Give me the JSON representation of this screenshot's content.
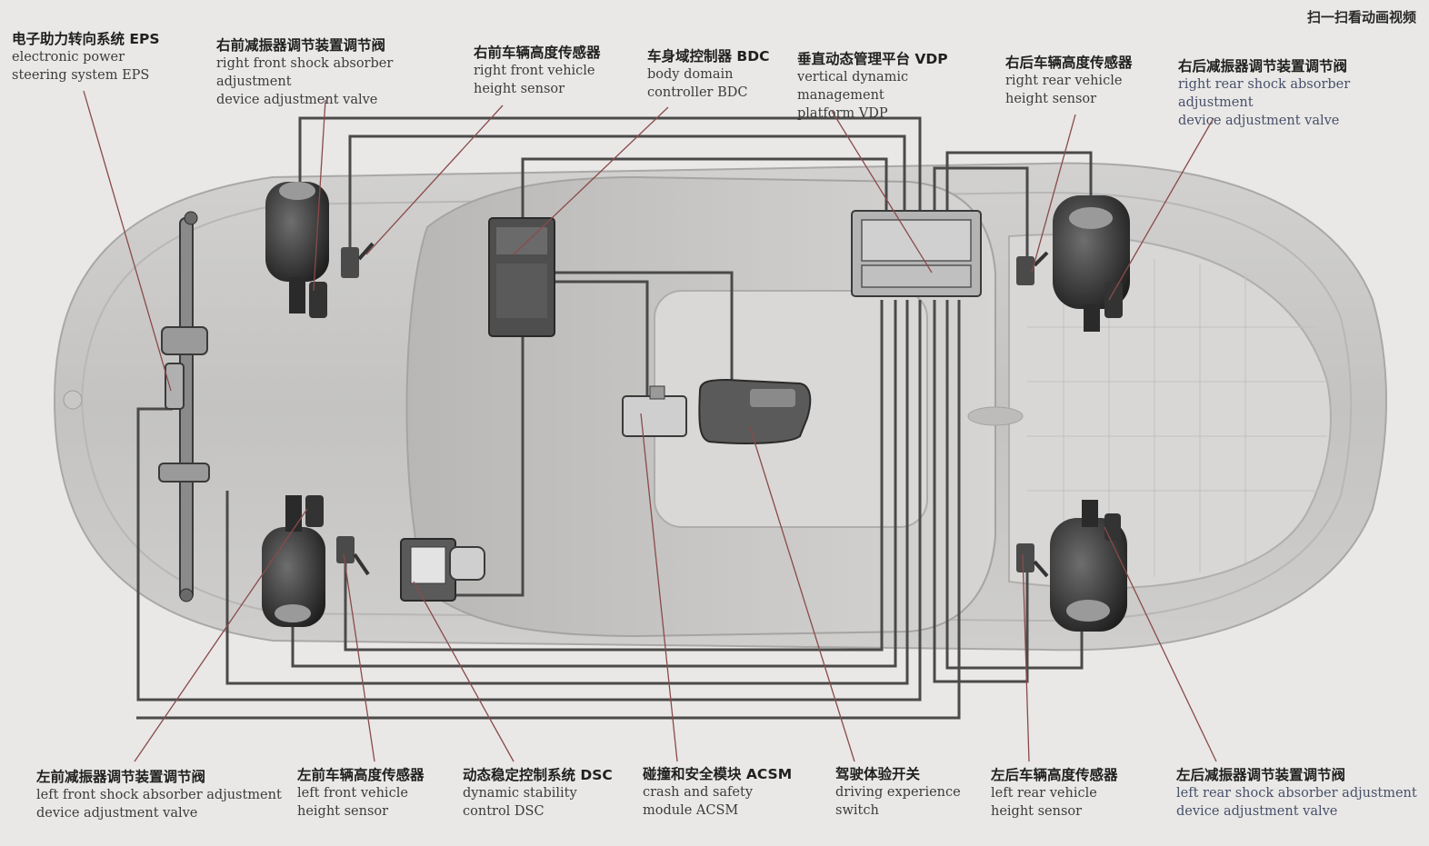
{
  "corner_note": "扫一扫看动画视频",
  "labels": {
    "eps": {
      "zh": "电子助力转向系统 EPS",
      "en1": "electronic power",
      "en2": "steering system EPS"
    },
    "rf_shock": {
      "zh": "右前减振器调节装置调节阀",
      "en1": "right front shock absorber adjustment",
      "en2": "device adjustment valve"
    },
    "rf_height": {
      "zh": "右前车辆高度传感器",
      "en1": "right front vehicle",
      "en2": "height sensor"
    },
    "bdc": {
      "zh": "车身域控制器 BDC",
      "en1": "body domain",
      "en2": "controller BDC"
    },
    "vdp": {
      "zh": "垂直动态管理平台 VDP",
      "en1": "vertical dynamic management",
      "en2": "platform VDP"
    },
    "rr_height": {
      "zh": "右后车辆高度传感器",
      "en1": "right rear vehicle",
      "en2": "height sensor"
    },
    "rr_shock": {
      "zh": "右后减振器调节装置调节阀",
      "en1": "right rear shock absorber adjustment",
      "en2": "device adjustment valve"
    },
    "lf_shock": {
      "zh": "左前减振器调节装置调节阀",
      "en1": "left front shock absorber adjustment",
      "en2": "device adjustment valve"
    },
    "lf_height": {
      "zh": "左前车辆高度传感器",
      "en1": "left front vehicle",
      "en2": "height sensor"
    },
    "dsc": {
      "zh": "动态稳定控制系统 DSC",
      "en1": "dynamic stability",
      "en2": "control DSC"
    },
    "acsm": {
      "zh": "碰撞和安全模块 ACSM",
      "en1": "crash and safety",
      "en2": "module ACSM"
    },
    "switch": {
      "zh": "驾驶体验开关",
      "en1": "driving experience",
      "en2": "switch"
    },
    "lr_height": {
      "zh": "左后车辆高度传感器",
      "en1": "left rear vehicle",
      "en2": "height sensor"
    },
    "lr_shock": {
      "zh": "左后减振器调节装置调节阀",
      "en1": "left rear shock absorber adjustment",
      "en2": "device adjustment valve"
    }
  },
  "colors": {
    "background": "#e9e8e6",
    "car_body": "#c9c8c6",
    "wiring": "#4a4a4a",
    "leader_line": "#8a4a4a"
  }
}
